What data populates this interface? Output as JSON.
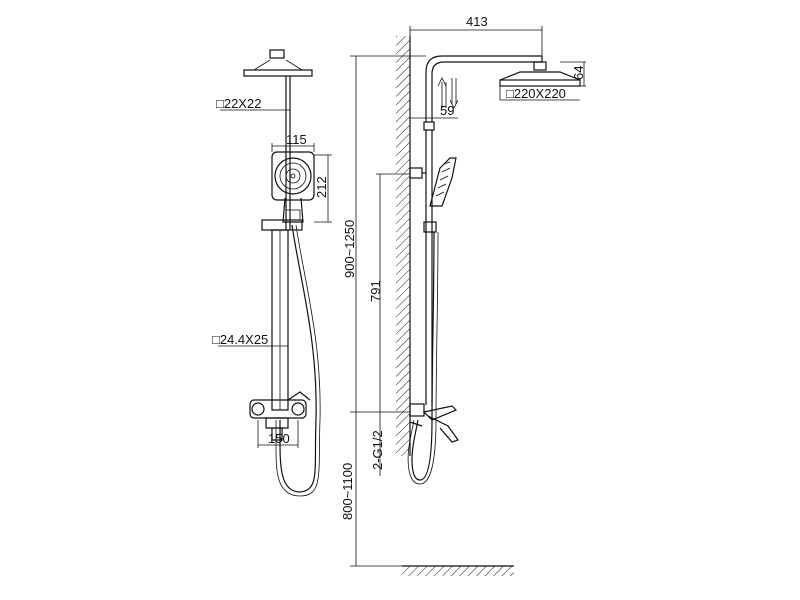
{
  "front_view": {
    "pipe_label": "□22X22",
    "handshower_width_label": "115",
    "handshower_height_label": "212",
    "rail_label": "□24.4X25",
    "mixer_label": "150"
  },
  "side_view": {
    "arm_length_label": "413",
    "head_thickness_label": "64",
    "head_size_label": "□220X220",
    "adjust_label": "59",
    "total_height_label": "900~1250",
    "bracket_height_label": "791",
    "inlet_label": "2-G1/2",
    "floor_height_label": "800~1100"
  }
}
